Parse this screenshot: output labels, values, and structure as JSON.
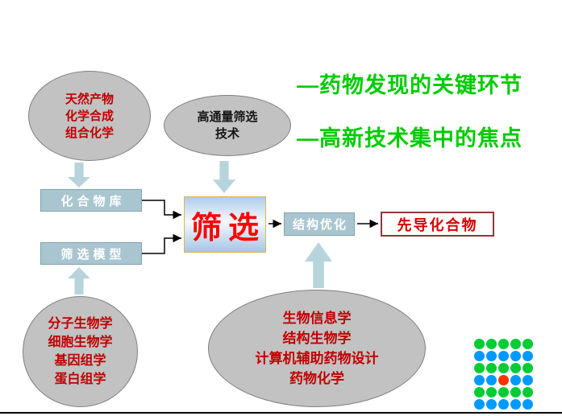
{
  "titles": {
    "line1": "—药物发现的关键环节",
    "line2": "—高新技术集中的焦点"
  },
  "ellipses": {
    "sources": {
      "lines": [
        "天然产物",
        "化学合成",
        "组合化学"
      ]
    },
    "hts": {
      "lines": [
        "高通量筛选",
        "技术"
      ]
    },
    "biology": {
      "lines": [
        "分子生物学",
        "细胞生物学",
        "基因组学",
        "蛋白组学"
      ]
    },
    "informatics": {
      "lines": [
        "生物信息学",
        "结构生物学",
        "计算机辅助药物设计",
        "药物化学"
      ]
    }
  },
  "boxes": {
    "compound_library": "化合物库",
    "screening_model": "筛选模型",
    "screening": "筛选",
    "structure_optimization": "结构优化",
    "lead_compound": "先导化合物"
  },
  "colors": {
    "ellipse_fill": "#c2c2c2",
    "box_fill": "#a9c6d0",
    "block_arrow_fill": "#b7d4dd",
    "red_text": "#c00000",
    "screening_text": "#ff0000",
    "green_title": "#00cc00"
  },
  "dot_grid": {
    "palette": {
      "green": "#00cc33",
      "blue": "#0099ff",
      "red": "#ff3300"
    },
    "rows": [
      [
        "green",
        "green",
        "green",
        "green",
        "green"
      ],
      [
        "blue",
        "blue",
        "blue",
        "blue",
        "blue"
      ],
      [
        "green",
        "green",
        "green",
        "green",
        "green"
      ],
      [
        "blue",
        "blue",
        "red",
        "blue",
        "blue"
      ],
      [
        "green",
        "green",
        "green",
        "green",
        "green"
      ],
      [
        "blue",
        "blue",
        "blue",
        "blue",
        "blue"
      ]
    ]
  }
}
